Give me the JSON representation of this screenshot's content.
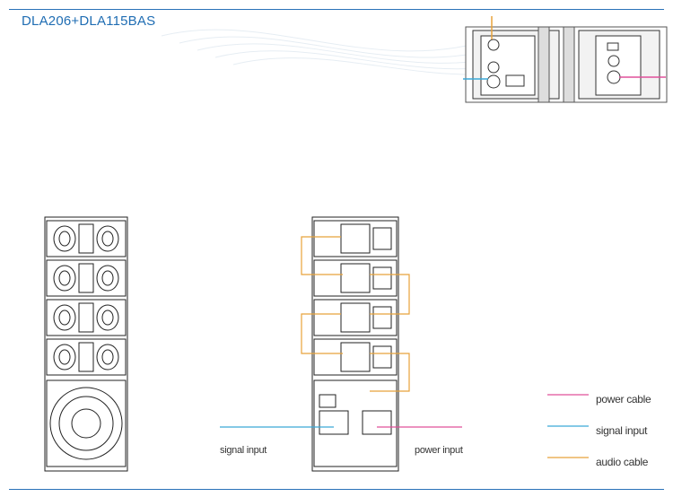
{
  "title": "DLA206+DLA115BAS",
  "labels": {
    "signal_input": "signal input",
    "power_input": "power input"
  },
  "legend": [
    {
      "label": "power cable",
      "color": "#e0509a"
    },
    {
      "label": "signal input",
      "color": "#3aa9d8"
    },
    {
      "label": "audio cable",
      "color": "#e8a23a"
    }
  ],
  "colors": {
    "accent": "#2a72b8",
    "power": "#e0509a",
    "signal": "#3aa9d8",
    "audio": "#e8a23a"
  }
}
